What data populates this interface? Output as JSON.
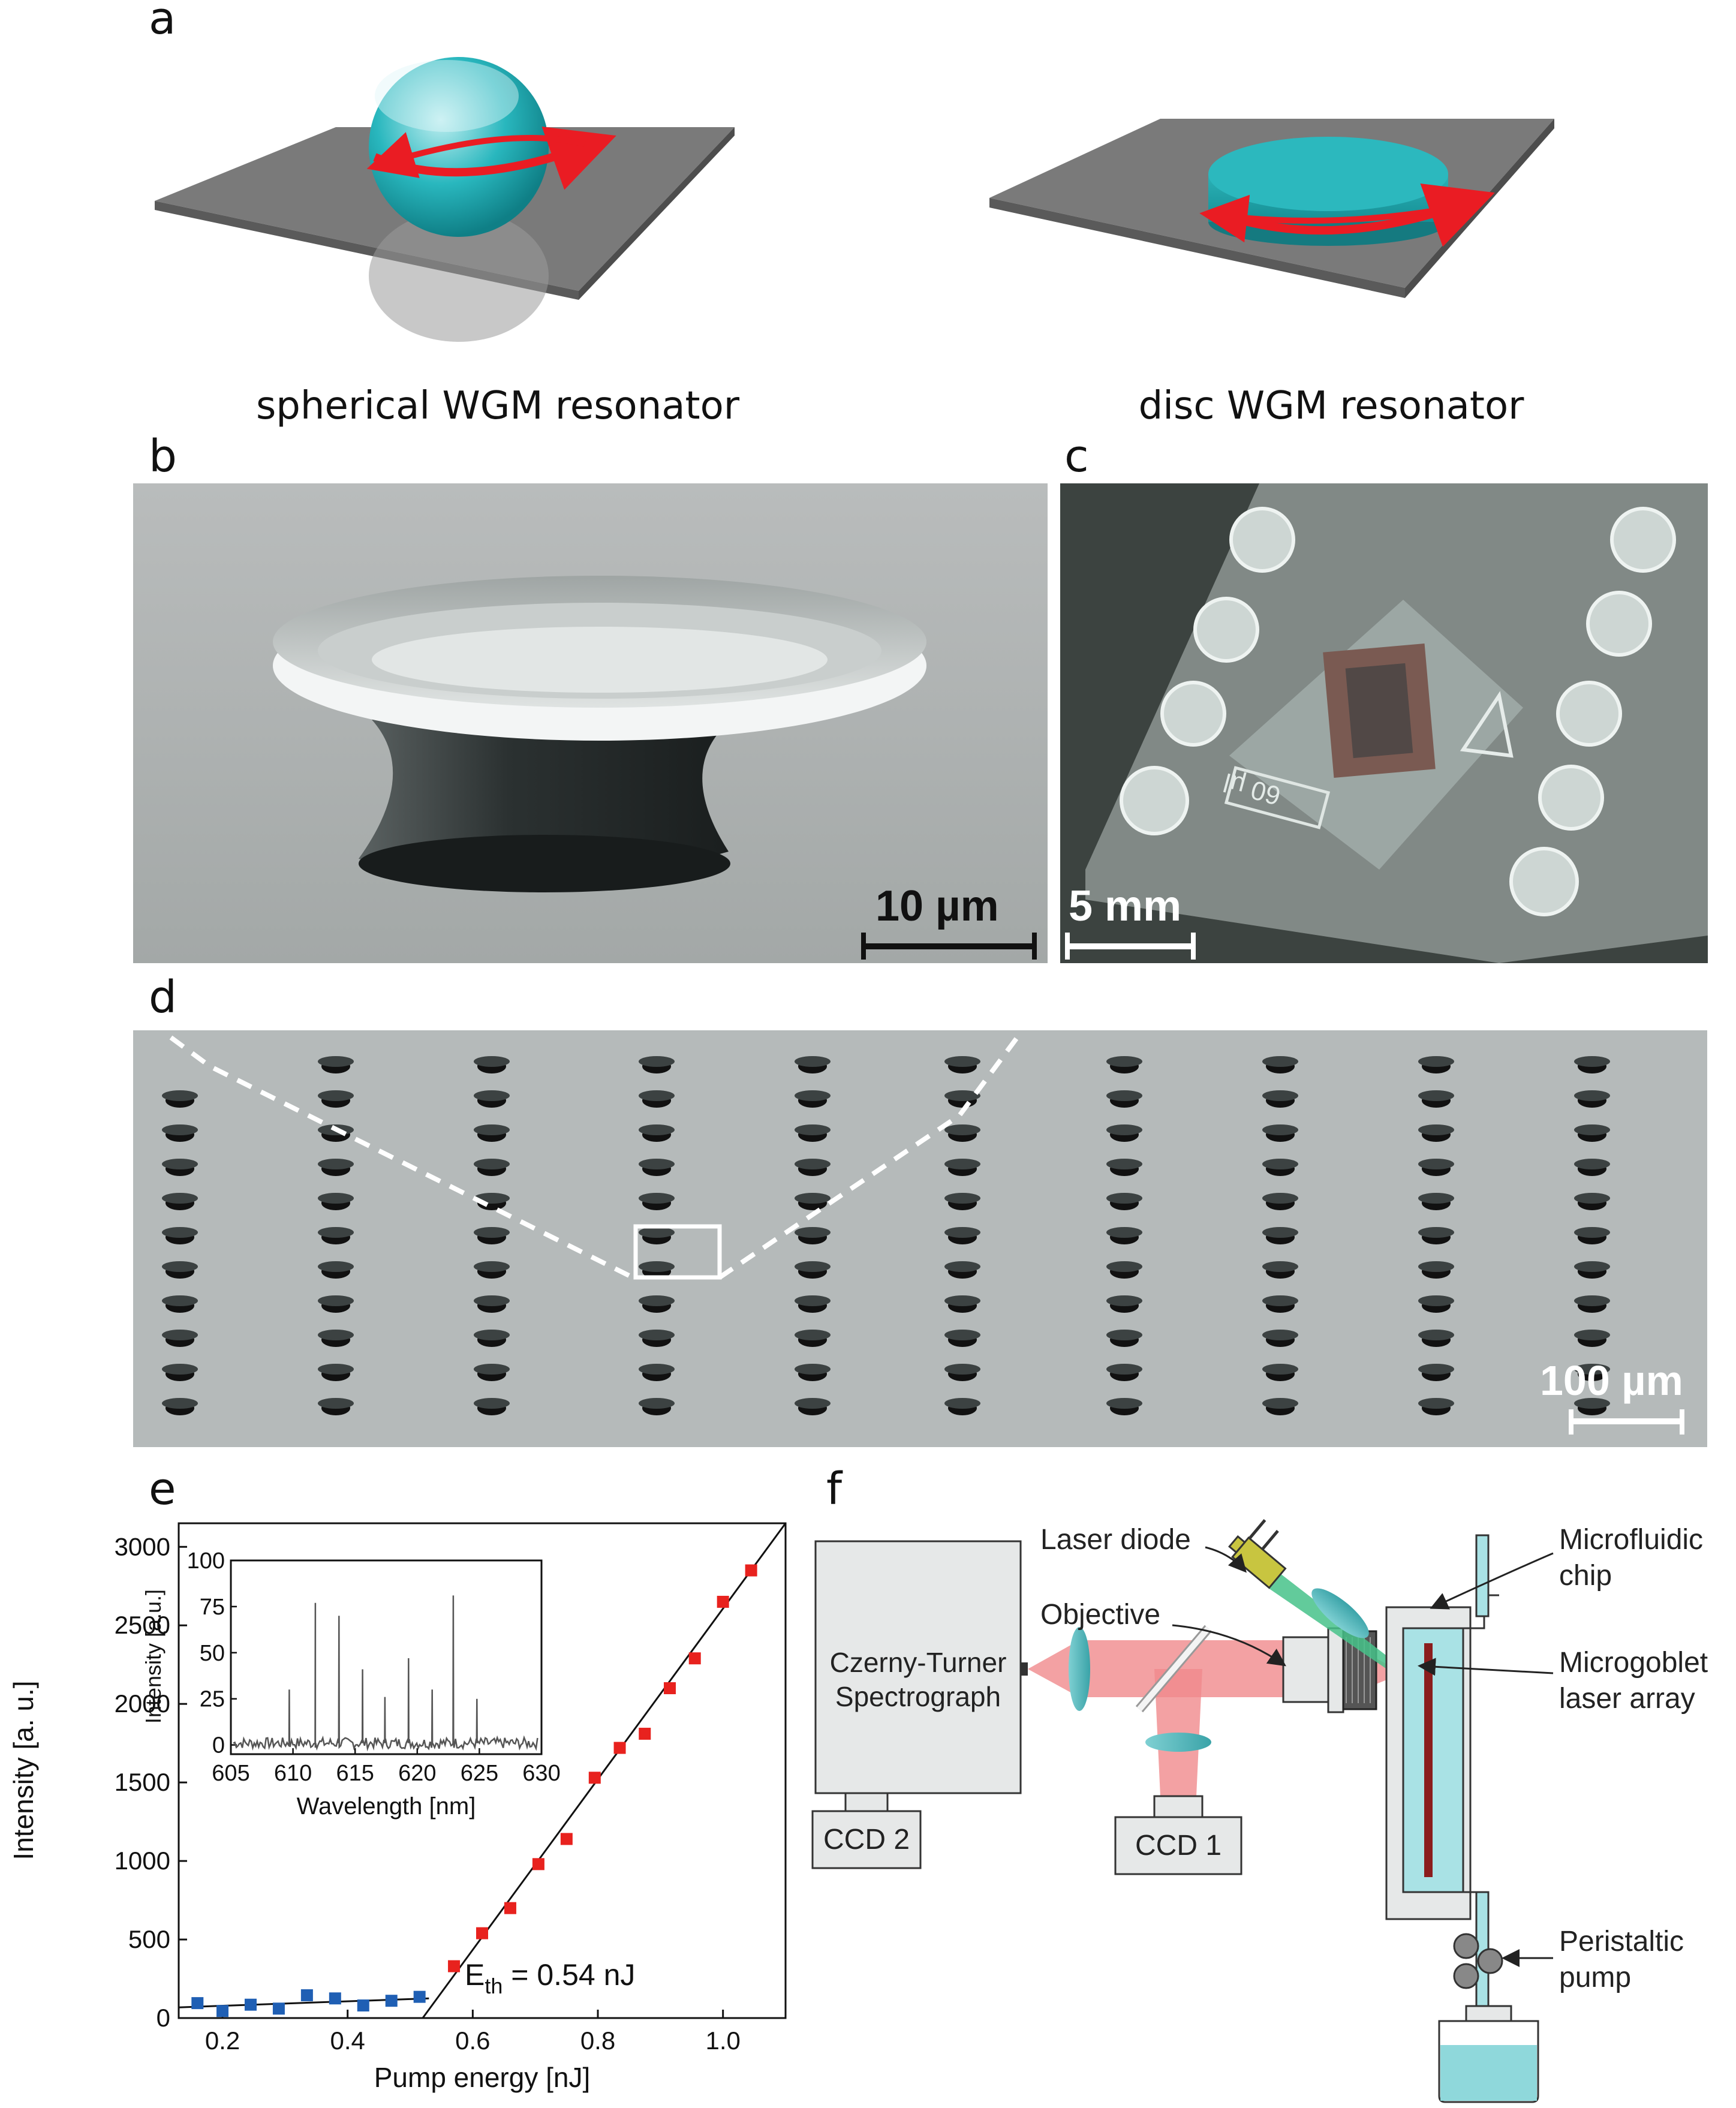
{
  "panels": {
    "a": {
      "letter": "a",
      "left_caption": "spherical WGM resonator",
      "right_caption": "disc WGM resonator"
    },
    "b": {
      "letter": "b",
      "scalebar": "10 µm"
    },
    "c": {
      "letter": "c",
      "scalebar": "5 mm",
      "chip_engraving": "60 µl"
    },
    "d": {
      "letter": "d",
      "scalebar": "100 µm"
    },
    "e": {
      "letter": "e"
    },
    "f": {
      "letter": "f",
      "labels": {
        "laser_diode": "Laser diode",
        "microfluidic_chip_1": "Microfluidic",
        "microfluidic_chip_2": "chip",
        "objective": "Objective",
        "spectrograph_1": "Czerny-Turner",
        "spectrograph_2": "Spectrograph",
        "microgoblet_1": "Microgoblet",
        "microgoblet_2": "laser array",
        "ccd2": "CCD 2",
        "ccd1": "CCD 1",
        "pump_1": "Peristaltic",
        "pump_2": "pump"
      }
    }
  },
  "chart_data": [
    {
      "type": "scatter",
      "xlabel": "Pump energy [nJ]",
      "ylabel": "Intensity [a. u.]",
      "xlim": [
        0.13,
        1.1
      ],
      "ylim": [
        0,
        3150
      ],
      "xticks": [
        "0.2",
        "0.4",
        "0.6",
        "0.8",
        "1.0"
      ],
      "yticks": [
        "0",
        "500",
        "1000",
        "1500",
        "2000",
        "2500",
        "3000"
      ],
      "annotation_main": "E",
      "annotation_sub": "th",
      "annotation_rest": " = 0.54 nJ",
      "series": [
        {
          "color": "#1f5fb4",
          "x": [
            0.16,
            0.2,
            0.245,
            0.29,
            0.335,
            0.38,
            0.425,
            0.47,
            0.515
          ],
          "y": [
            95,
            45,
            85,
            60,
            145,
            125,
            80,
            110,
            135
          ]
        },
        {
          "color": "#e8221e",
          "x": [
            0.57,
            0.615,
            0.66,
            0.705,
            0.75,
            0.795,
            0.835,
            0.875,
            0.915,
            0.955,
            1.0,
            1.045
          ],
          "y": [
            330,
            540,
            700,
            980,
            1140,
            1530,
            1720,
            1810,
            2100,
            2290,
            2650,
            2850
          ]
        }
      ],
      "fit_lines": [
        {
          "x": [
            0.13,
            0.53
          ],
          "y": [
            68,
            125
          ]
        },
        {
          "x": [
            0.52,
            1.1
          ],
          "y": [
            0,
            3150
          ]
        }
      ]
    },
    {
      "type": "line",
      "xlabel": "Wavelength [nm]",
      "ylabel": "Intensity [a.u.]",
      "xlim": [
        605,
        630
      ],
      "ylim": [
        -5,
        100
      ],
      "xticks": [
        "605",
        "610",
        "615",
        "620",
        "625",
        "630"
      ],
      "yticks": [
        "0",
        "25",
        "50",
        "75",
        "100"
      ],
      "peaks": [
        {
          "x": 609.7,
          "y": 30
        },
        {
          "x": 611.8,
          "y": 77
        },
        {
          "x": 613.7,
          "y": 70
        },
        {
          "x": 615.6,
          "y": 41
        },
        {
          "x": 617.4,
          "y": 26
        },
        {
          "x": 619.3,
          "y": 47
        },
        {
          "x": 621.2,
          "y": 30
        },
        {
          "x": 622.9,
          "y": 81
        },
        {
          "x": 624.8,
          "y": 25
        }
      ]
    }
  ]
}
